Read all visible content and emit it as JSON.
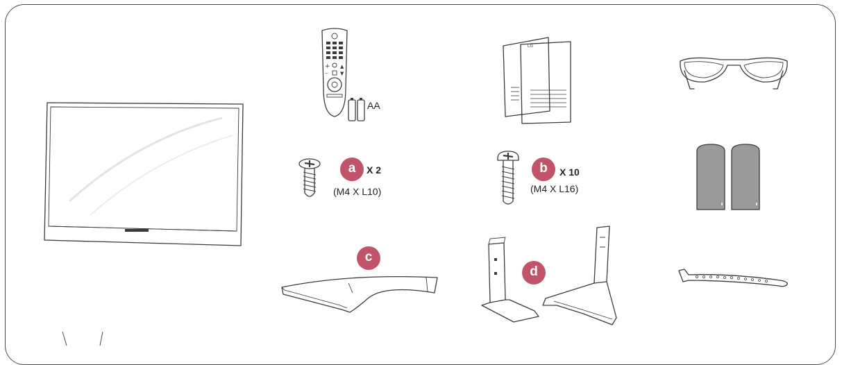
{
  "items": {
    "tv": {
      "icon": "tv-icon"
    },
    "remote": {
      "icon": "magic-remote-icon",
      "battery_label": "AA"
    },
    "manual": {
      "icon": "owners-manual-icon",
      "brand_mark": "LG"
    },
    "glasses": {
      "icon": "3d-glasses-icon"
    },
    "screw_a": {
      "icon": "screw-short-icon",
      "letter": "a",
      "quantity": "X 2",
      "spec": "(M4 X L10)"
    },
    "screw_b": {
      "icon": "screw-long-icon",
      "letter": "b",
      "quantity": "X 10",
      "spec": "(M4 X L16)"
    },
    "cable_covers": {
      "icon": "cable-cover-icon"
    },
    "stand_base": {
      "icon": "stand-base-icon",
      "letter": "c"
    },
    "stand_bodies": {
      "icon": "stand-body-icon",
      "letter": "d"
    },
    "cable_tie": {
      "icon": "cable-tie-icon"
    }
  },
  "colors": {
    "badge": "#c2546a",
    "outline": "#3a3a3a",
    "frame": "#4a4a4a"
  }
}
